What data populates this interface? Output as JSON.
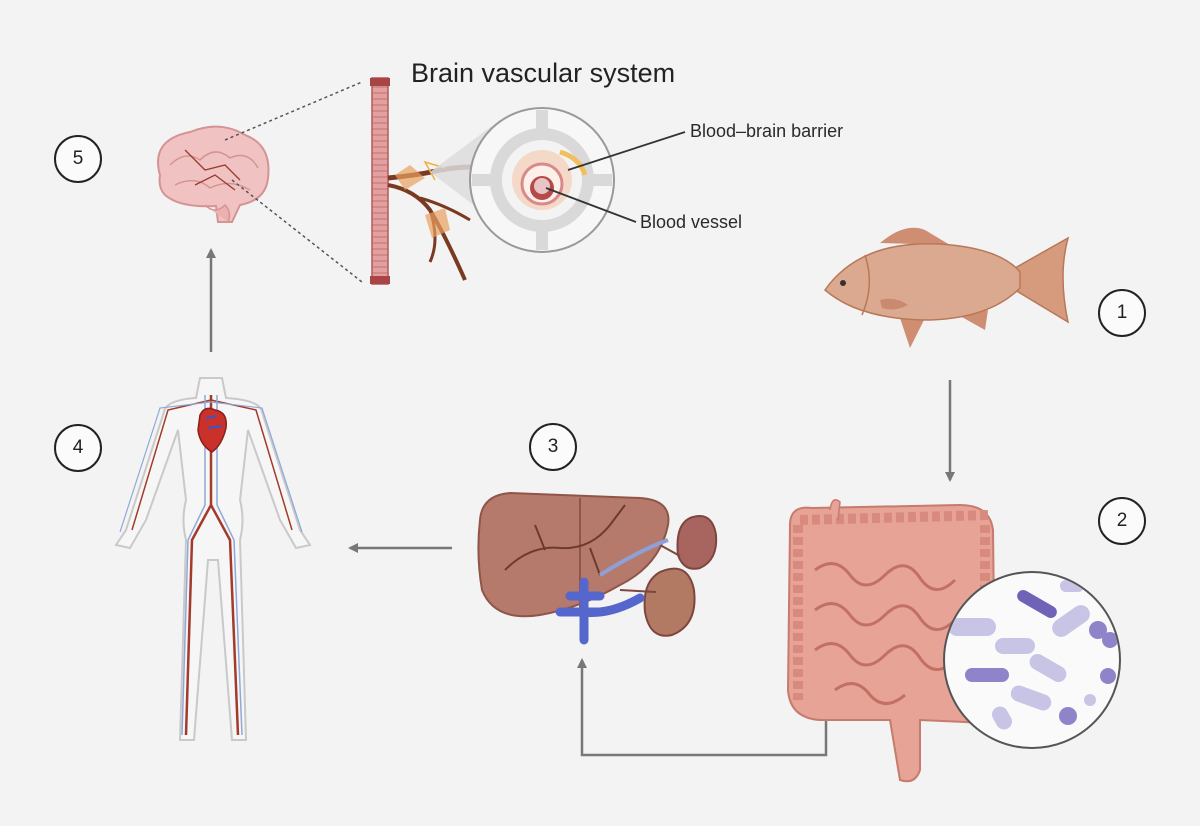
{
  "title": "Brain vascular system",
  "labels": {
    "bbb": "Blood–brain barrier",
    "vessel": "Blood vessel"
  },
  "steps": [
    "1",
    "2",
    "3",
    "4",
    "5"
  ],
  "colors": {
    "background": "#f3f3f3",
    "arrow": "#777777",
    "vessel_wall": "#d98b8b",
    "artery": "#a33a2a",
    "fish": "#d8a48e",
    "intestine": "#e69a8f",
    "liver": "#b5776a",
    "kidney": "#b06f6a",
    "portal_vein": "#5566cc",
    "bacteria": "#b9b2dd"
  },
  "icons": [
    "fish-icon",
    "intestine-icon",
    "bacteria-icon",
    "liver-icon",
    "kidney-icon",
    "body-vasculature-icon",
    "brain-icon",
    "vessel-icon"
  ]
}
